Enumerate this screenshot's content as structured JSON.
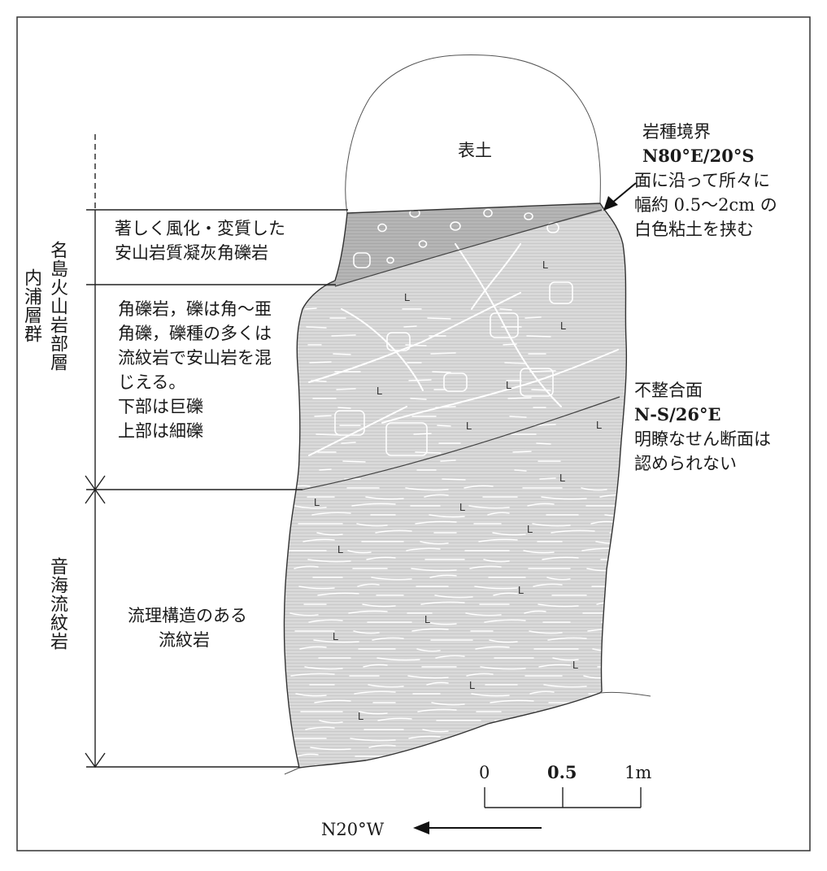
{
  "labels": {
    "topsoil": "表土",
    "boundary": {
      "title": "岩種境界",
      "attitude": "N80°E/20°S",
      "note1": "面に沿って所々に",
      "note2": "幅約 0.5～2cm の",
      "note3": "白色粘土を挟む"
    },
    "tuff_breccia": [
      "著しく風化・変質した",
      "安山岩質凝灰角礫岩"
    ],
    "breccia": [
      "角礫岩，礫は角～亜",
      "角礫，礫種の多くは",
      "流紋岩で安山岩を混",
      "じえる。",
      "下部は巨礫",
      "上部は細礫"
    ],
    "unconformity": {
      "title": "不整合面",
      "attitude": "N-S/26°E",
      "note1": "明瞭なせん断面は",
      "note2": "認められない"
    },
    "rhyolite": [
      "流理構造のある",
      "流紋岩"
    ]
  },
  "vertical_labels": {
    "group": "内浦層群",
    "member": "名島火山岩部層",
    "otomi": "音海流紋岩"
  },
  "scale": {
    "ticks": [
      "0",
      "0.5",
      "1m"
    ]
  },
  "direction": "N20°W",
  "rock_symbol": "L",
  "colors": {
    "upper_layer": "#b7b7b7",
    "rock_fill": "#d6d6d6",
    "line": "#1a1a1a",
    "fracture": "#ffffff"
  }
}
